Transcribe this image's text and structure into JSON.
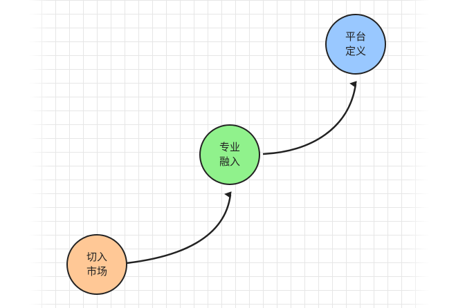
{
  "diagram": {
    "nodes": [
      {
        "id": "market",
        "label": "切入\n市场",
        "color": "#ffc896"
      },
      {
        "id": "professional",
        "label": "专业\n融入",
        "color": "#90f28c"
      },
      {
        "id": "platform",
        "label": "平台\n定义",
        "color": "#99c8ff"
      }
    ],
    "edges": [
      {
        "from": "market",
        "to": "professional"
      },
      {
        "from": "professional",
        "to": "platform"
      }
    ],
    "colors": {
      "stroke": "#222222",
      "grid": "#e6e6e6",
      "background": "#ffffff"
    }
  }
}
